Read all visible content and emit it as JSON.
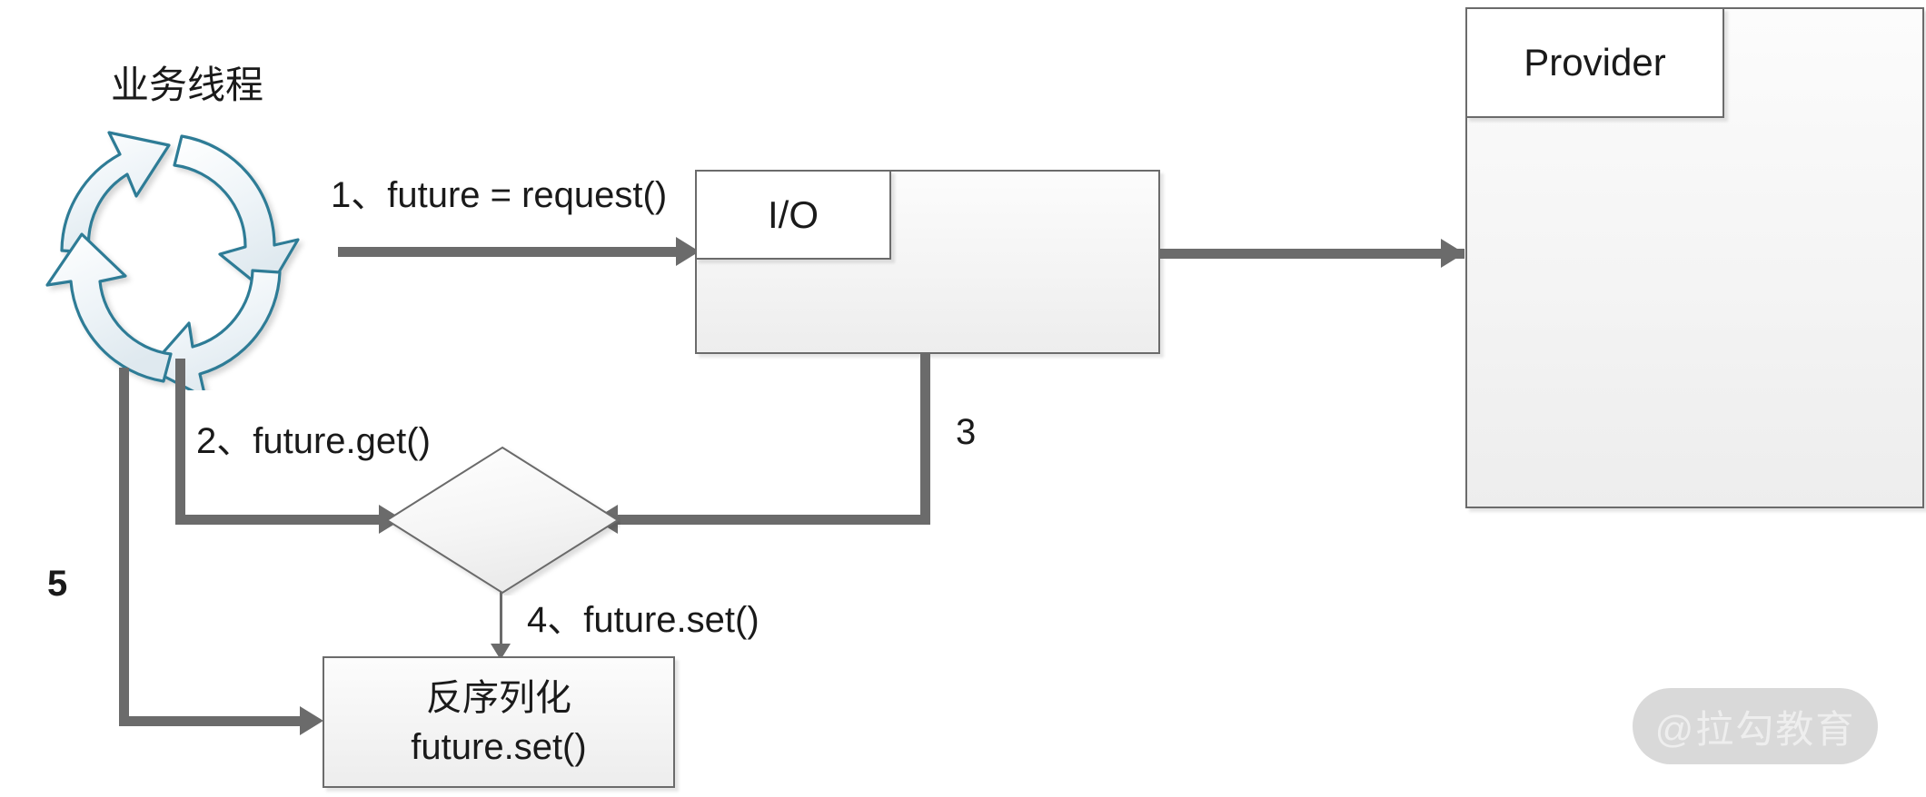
{
  "diagram": {
    "title": "业务线程",
    "nodes": {
      "io_tab": "I/O",
      "provider_tab": "Provider",
      "decision": "?",
      "deserialize_line1": "反序列化",
      "deserialize_line2": "future.set()"
    },
    "edges": {
      "step1": "1、future = request()",
      "step2": "2、future.get()",
      "step3": "3",
      "step4": "4、future.set()",
      "step5": "5"
    },
    "watermark": "@拉勾教育",
    "colors": {
      "connector": "#6b6b6b",
      "box_border": "#6b6b6b",
      "box_fill": "#f2f2f2",
      "cycle_stroke": "#2e7b96",
      "cycle_fill": "#eef4f7",
      "text": "#1a1a1a",
      "watermark_pill": "#d9d9d9",
      "watermark_text": "#eeeeee"
    }
  }
}
